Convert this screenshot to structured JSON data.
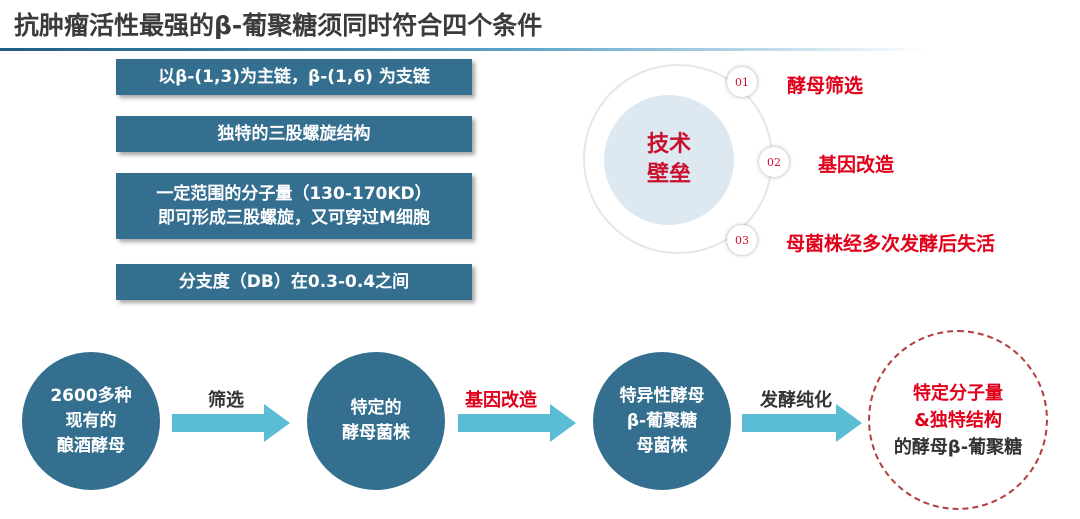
{
  "title": "抗肿瘤活性最强的β-葡聚糖须同时符合四个条件",
  "conditions": [
    {
      "lines": [
        "以β-(1,3)为主链，β-(1,6) 为支链"
      ]
    },
    {
      "lines": [
        "独特的三股螺旋结构"
      ]
    },
    {
      "lines": [
        "一定范围的分子量（130-170KD）",
        "即可形成三股螺旋，又可穿过M细胞"
      ]
    },
    {
      "lines": [
        "分支度（DB）在0.3-0.4之间"
      ]
    }
  ],
  "barrier": {
    "center_lines": [
      "技术",
      "壁垒"
    ],
    "steps": [
      {
        "num": "01",
        "label": "酵母筛选"
      },
      {
        "num": "02",
        "label": "基因改造"
      },
      {
        "num": "03",
        "label": "母菌株经多次发酵后失活"
      }
    ]
  },
  "flow": {
    "nodes": [
      {
        "lines": [
          "2600多种",
          "现有的",
          "酿酒酵母"
        ]
      },
      {
        "lines": [
          "特定的",
          "酵母菌株"
        ]
      },
      {
        "lines": [
          "特异性酵母",
          "β-葡聚糖",
          "母菌株"
        ]
      }
    ],
    "arrows": [
      {
        "label": "筛选",
        "color": "#333333"
      },
      {
        "label": "基因改造",
        "color": "#e0001a"
      },
      {
        "label": "发酵纯化",
        "color": "#333333"
      }
    ],
    "final": {
      "red_lines": [
        "特定分子量",
        "&独特结构"
      ],
      "dark_line": "的酵母β-葡聚糖"
    }
  },
  "colors": {
    "box": "#346f8f",
    "accent_red": "#e0001a",
    "arrow": "#5bbcd6",
    "circle": "#356f90"
  }
}
